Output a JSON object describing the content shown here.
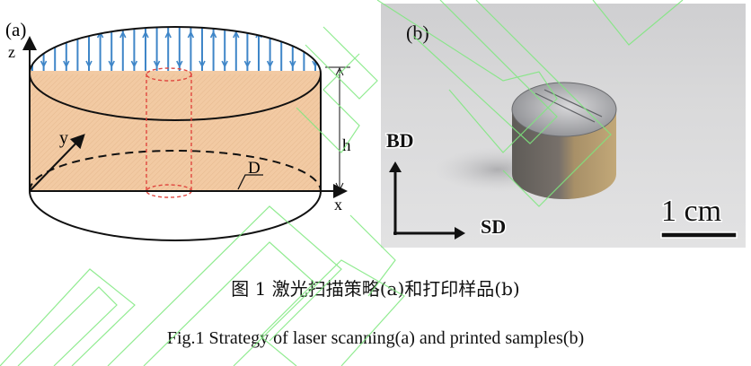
{
  "figure": {
    "panel_a": {
      "label": "(a)",
      "axis_z": "z",
      "axis_y": "y",
      "axis_x": "x",
      "height_label": "h",
      "diameter_label": "D",
      "colors": {
        "body_fill": "#f2caa3",
        "scan_lines": "#3f86c8",
        "unit_cell": "#e0473f",
        "outline": "#111111"
      }
    },
    "panel_b": {
      "label": "(b)",
      "build_direction": "BD",
      "scan_direction": "SD",
      "scale_bar": "1 cm"
    },
    "caption_cn": "图 1  激光扫描策略(a)和打印样品(b)",
    "caption_en": "Fig.1 Strategy of laser scanning(a) and printed samples(b)"
  },
  "watermark": {
    "color": "#7ee87e"
  }
}
